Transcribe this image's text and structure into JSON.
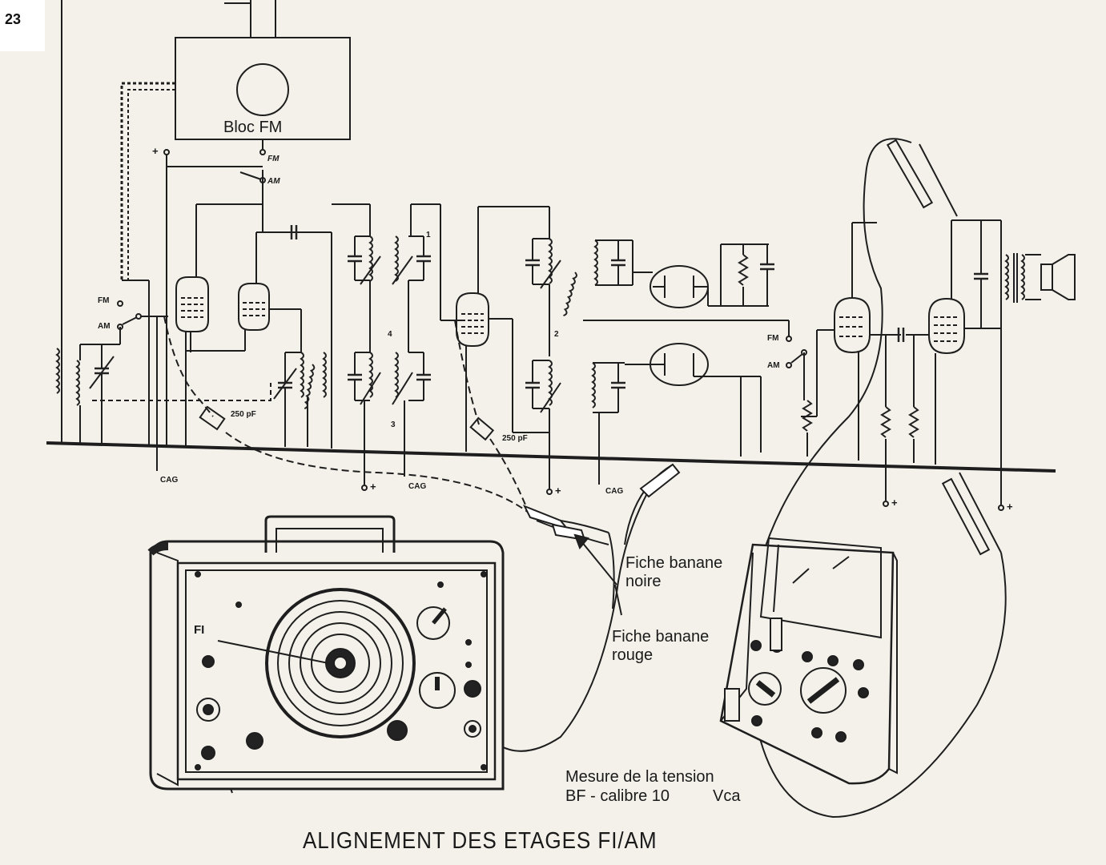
{
  "page_number": "23",
  "caption": "ALIGNEMENT DES ETAGES FI/AM",
  "schematic": {
    "bloc_label": "Bloc FM",
    "fm_tap": "FM",
    "am_tap": "AM",
    "fm_switch": "FM",
    "am_switch": "AM",
    "fm_switch_2": "FM",
    "am_switch_2": "AM",
    "cap_1": "250 pF",
    "cap_2": "250 pF",
    "cag_1": "CAG",
    "cag_2": "CAG",
    "cag_3": "CAG",
    "plus_top": "+",
    "plus_1": "+",
    "plus_2": "+",
    "plus_3": "+",
    "plus_4": "+",
    "coil_num_4": "4",
    "coil_num_3": "3",
    "coil_num_2": "2",
    "coil_num_1": "1"
  },
  "generator": {
    "dial_label": "FI"
  },
  "annotations": {
    "black_plug_line1": "Fiche banane",
    "black_plug_line2": "noire",
    "red_plug_line1": "Fiche banane",
    "red_plug_line2": "rouge",
    "measure_line1": "Mesure de la tension",
    "measure_line2": "BF - calibre 10",
    "measure_unit": "Vca"
  }
}
